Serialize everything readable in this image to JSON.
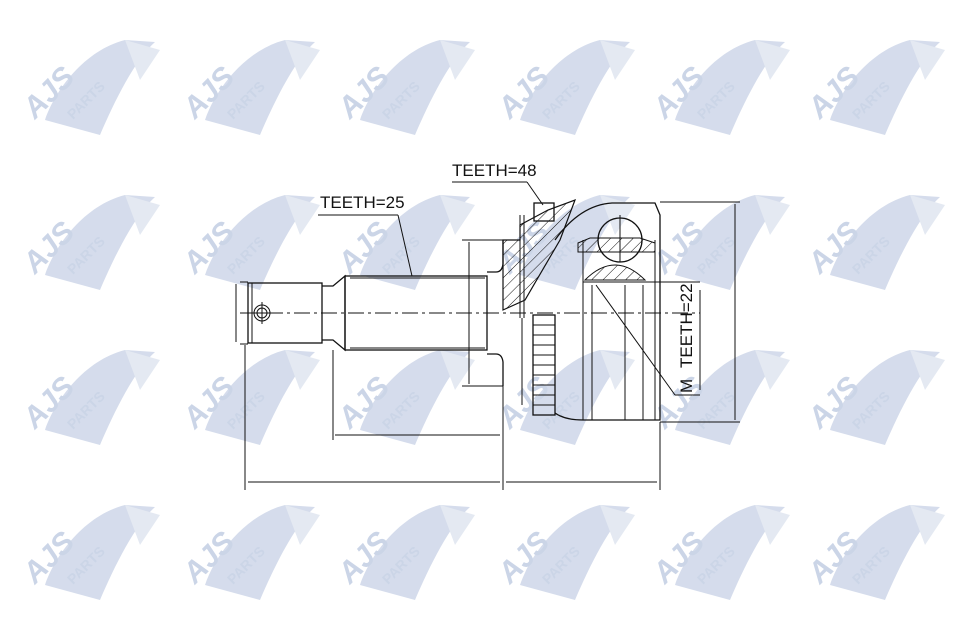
{
  "watermark": {
    "brand": "AJS",
    "suffix": "PARTS",
    "color": "#c9d3e6",
    "grid": {
      "columns": 6,
      "rows": 4
    }
  },
  "drawing": {
    "title": "CV joint technical drawing",
    "labels": {
      "teeth_shaft": "TEETH=25",
      "teeth_outer": "TEETH=48",
      "teeth_inner": "TEETH=22",
      "mark": "M"
    },
    "line_color": "#111111"
  }
}
